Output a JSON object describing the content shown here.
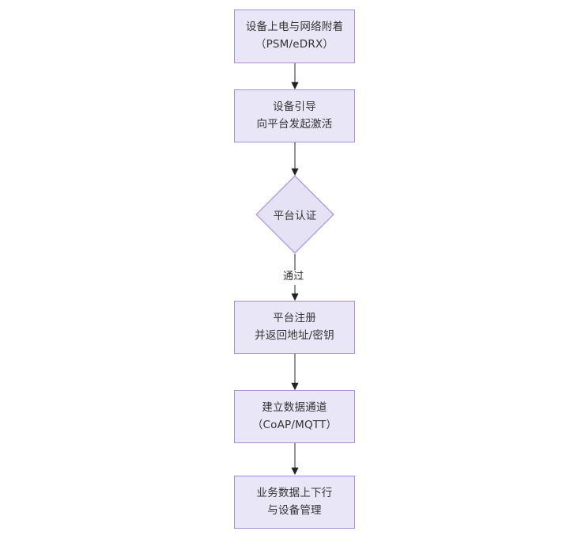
{
  "diagram": {
    "type": "flowchart",
    "orientation": "top-to-bottom",
    "background_color": "#ffffff",
    "node_fill_color": "#e9e6f8",
    "node_border_color": "#a98ed6",
    "text_color": "#343434",
    "connector_color": "#3a3a3a",
    "nodes": [
      {
        "id": "n1",
        "shape": "rectangle",
        "line1": "设备上电与网络附着",
        "line2": "（PSM/eDRX）"
      },
      {
        "id": "n2",
        "shape": "rectangle",
        "line1": "设备引导",
        "line2": "向平台发起激活"
      },
      {
        "id": "n3",
        "shape": "diamond",
        "line1": "平台认证",
        "line2": ""
      },
      {
        "id": "n4",
        "shape": "rectangle",
        "line1": "平台注册",
        "line2": "并返回地址/密钥"
      },
      {
        "id": "n5",
        "shape": "rectangle",
        "line1": "建立数据通道",
        "line2": "（CoAP/MQTT）"
      },
      {
        "id": "n6",
        "shape": "rectangle",
        "line1": "业务数据上下行",
        "line2": "与设备管理"
      }
    ],
    "edges": [
      {
        "id": "e1",
        "from": "n1",
        "to": "n2",
        "label": ""
      },
      {
        "id": "e2",
        "from": "n2",
        "to": "n3",
        "label": ""
      },
      {
        "id": "e3",
        "from": "n3",
        "to": "n4",
        "label": "通过"
      },
      {
        "id": "e4",
        "from": "n4",
        "to": "n5",
        "label": ""
      },
      {
        "id": "e5",
        "from": "n5",
        "to": "n6",
        "label": ""
      }
    ]
  }
}
